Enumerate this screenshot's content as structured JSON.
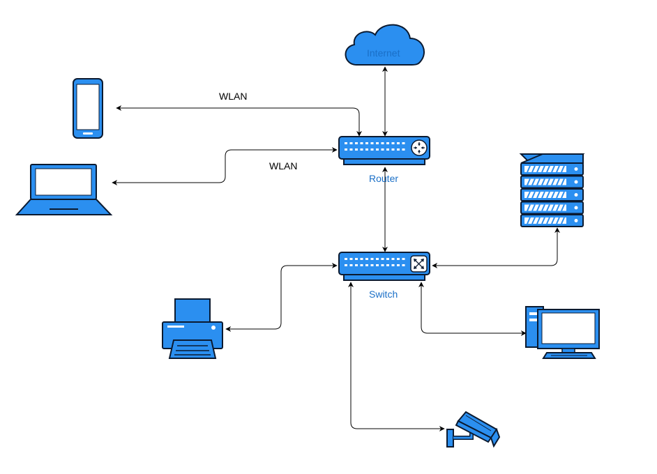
{
  "colors": {
    "device_fill": "#2b8ff0",
    "device_stroke": "#0b1a30",
    "screen_fill": "#ffffff",
    "edge_stroke": "#000000",
    "label_blue": "#1a6fc7"
  },
  "nodes": {
    "internet": {
      "label": "Internet",
      "icon": "cloud-icon"
    },
    "router": {
      "label": "Router",
      "icon": "router-icon"
    },
    "switch": {
      "label": "Switch",
      "icon": "switch-icon"
    },
    "phone": {
      "icon": "smartphone-icon"
    },
    "laptop": {
      "icon": "laptop-icon"
    },
    "server": {
      "icon": "server-rack-icon"
    },
    "printer": {
      "icon": "printer-icon"
    },
    "workstation": {
      "icon": "desktop-computer-icon"
    },
    "camera": {
      "icon": "security-camera-icon"
    }
  },
  "edges": {
    "phone_link_label": "WLAN",
    "laptop_link_label": "WLAN"
  }
}
